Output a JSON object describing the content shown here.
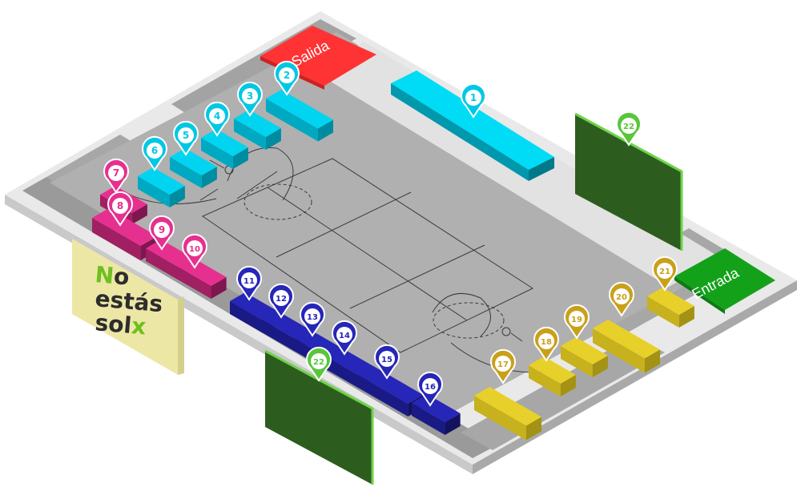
{
  "labels": {
    "exit": "Salida",
    "entrance": "Entrada"
  },
  "sign": {
    "line1_first": "N",
    "line1_rest": "o",
    "line2": "estás",
    "line3_first": "sol",
    "line3_last": "x",
    "accent": "#6fbf1f"
  },
  "colors": {
    "cyan": "#00d4f0",
    "pink": "#e6308f",
    "blue": "#2626b8",
    "yellow": "#e8d02a",
    "green_pin": "#6ed34a",
    "panel_green": "#2d5d1e",
    "exit_red": "#ff3333",
    "entrance_green": "#13a11a",
    "sign_bg": "#ede7a6"
  },
  "markers": [
    {
      "num": "1",
      "group": "cyan"
    },
    {
      "num": "2",
      "group": "cyan"
    },
    {
      "num": "3",
      "group": "cyan"
    },
    {
      "num": "4",
      "group": "cyan"
    },
    {
      "num": "5",
      "group": "cyan"
    },
    {
      "num": "6",
      "group": "cyan"
    },
    {
      "num": "7",
      "group": "pink"
    },
    {
      "num": "8",
      "group": "pink"
    },
    {
      "num": "9",
      "group": "pink"
    },
    {
      "num": "10",
      "group": "pink"
    },
    {
      "num": "11",
      "group": "blue"
    },
    {
      "num": "12",
      "group": "blue"
    },
    {
      "num": "13",
      "group": "blue"
    },
    {
      "num": "14",
      "group": "blue"
    },
    {
      "num": "15",
      "group": "blue"
    },
    {
      "num": "16",
      "group": "blue"
    },
    {
      "num": "17",
      "group": "yellow"
    },
    {
      "num": "18",
      "group": "yellow"
    },
    {
      "num": "19",
      "group": "yellow"
    },
    {
      "num": "20",
      "group": "yellow"
    },
    {
      "num": "21",
      "group": "yellow"
    },
    {
      "num": "22",
      "group": "green"
    },
    {
      "num": "22",
      "group": "green"
    }
  ]
}
